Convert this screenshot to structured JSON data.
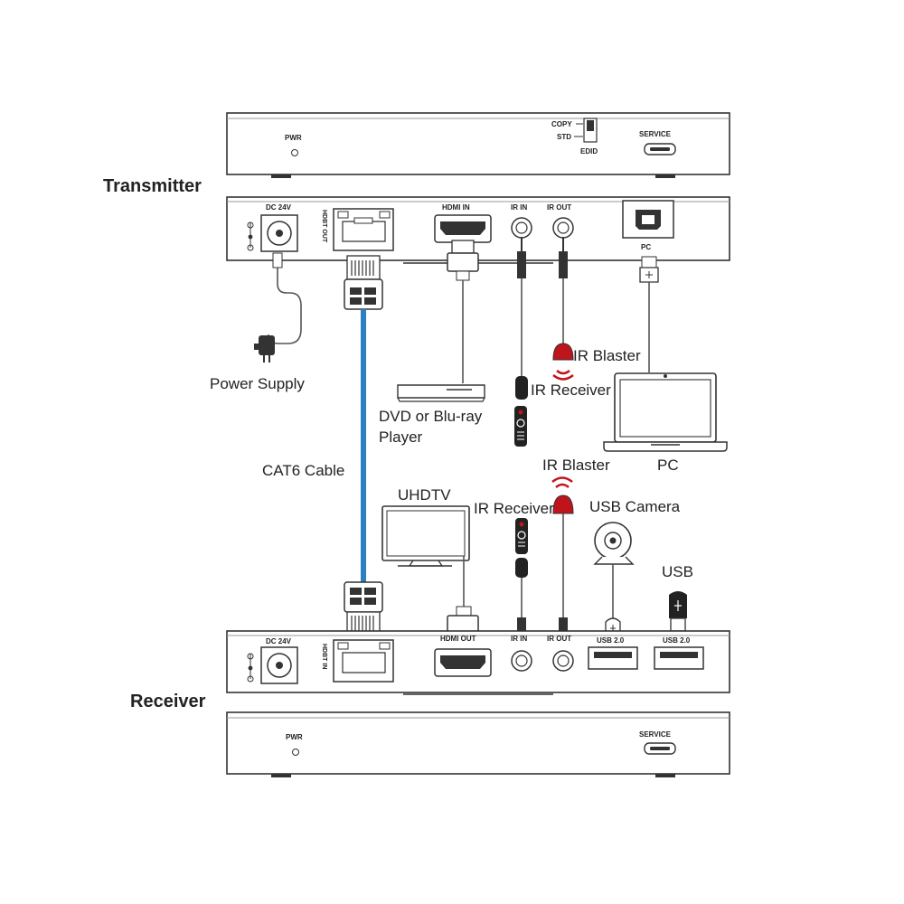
{
  "units": {
    "transmitter": {
      "title": "Transmitter",
      "front_panel": {
        "pwr": "PWR",
        "edid_copy": "COPY",
        "edid_std": "STD",
        "edid": "EDID",
        "service": "SERVICE"
      },
      "rear_panel": {
        "dc": "DC 24V",
        "hdbt": "HDBT OUT",
        "hdmi": "HDMI IN",
        "ir_in": "IR IN",
        "ir_out": "IR OUT",
        "pc": "PC"
      }
    },
    "receiver": {
      "title": "Receiver",
      "rear_panel": {
        "dc": "DC 24V",
        "hdbt": "HDBT IN",
        "hdmi": "HDMI OUT",
        "ir_in": "IR IN",
        "ir_out": "IR OUT",
        "usb1": "USB 2.0",
        "usb2": "USB 2.0"
      },
      "front_panel": {
        "pwr": "PWR",
        "service": "SERVICE"
      }
    }
  },
  "devices": {
    "power_supply": "Power Supply",
    "cat6": "CAT6 Cable",
    "dvd_line1": "DVD or Blu-ray",
    "dvd_line2": "Player",
    "ir_blaster_tx": "IR Blaster",
    "ir_receiver_tx": "IR Receiver",
    "pc": "PC",
    "uhdtv": "UHDTV",
    "ir_blaster_rx": "IR Blaster",
    "ir_receiver_rx": "IR Receiver",
    "usb_camera": "USB Camera",
    "usb": "USB"
  },
  "colors": {
    "cat6_cable": "#2a80c0",
    "ir_red": "#c0141c",
    "outline": "#333333"
  }
}
